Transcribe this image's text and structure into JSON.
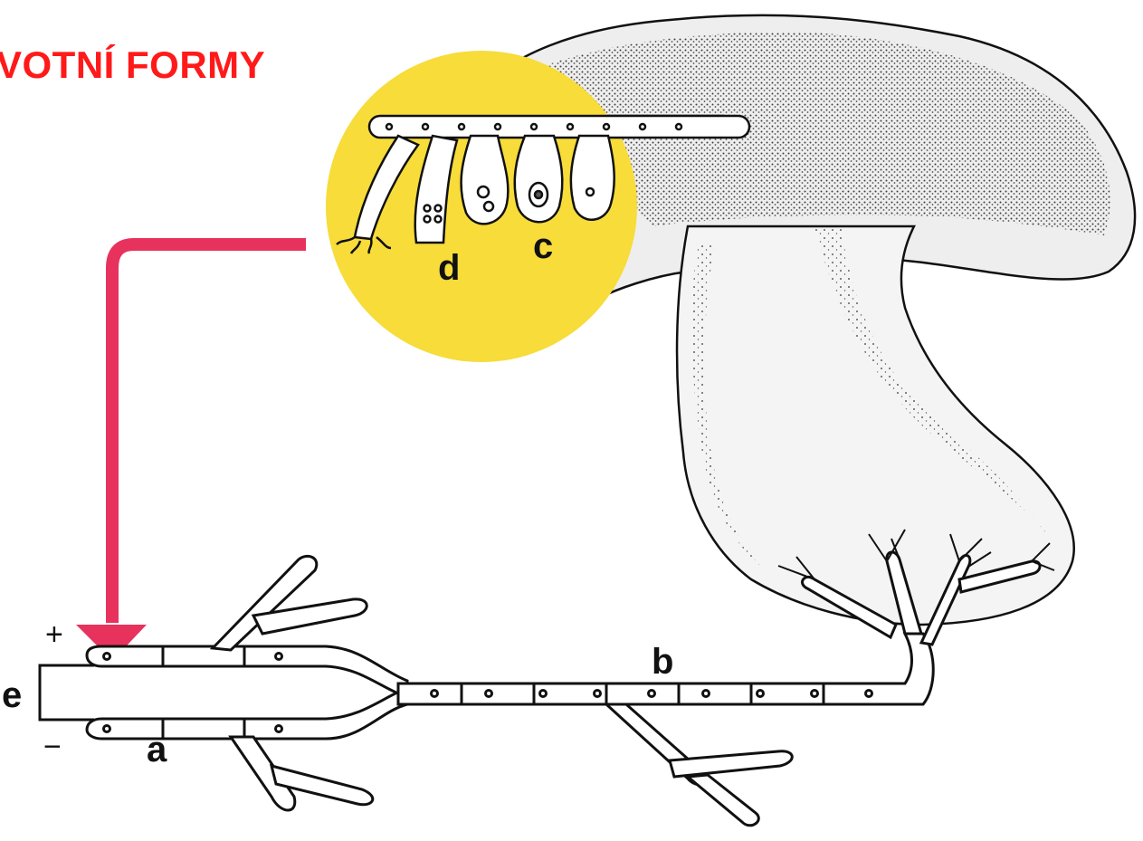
{
  "title": "VOTNÍ FORMY",
  "labels": {
    "a": "a",
    "b": "b",
    "c": "c",
    "d": "d",
    "e": "e",
    "plus": "+",
    "minus": "−"
  },
  "colors": {
    "title": "#ff1a1a",
    "highlight_circle": "#f7dc3a",
    "arrow": "#e8325e",
    "ink": "#111111"
  }
}
